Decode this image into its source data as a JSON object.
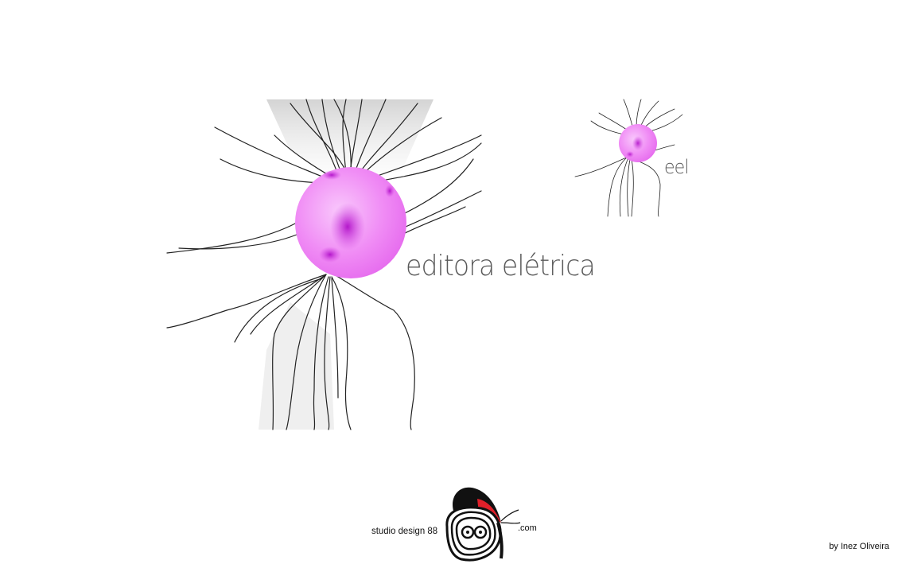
{
  "artwork": {
    "main_label": "editora elétrica",
    "thumbnail_label": "eel",
    "sphere_color": "#f08cf5",
    "sphere_core_color": "#c020d0",
    "tendril_color": "#222222"
  },
  "footer": {
    "studio_name": "studio design 88",
    "domain_suffix": ".com",
    "logo_icon": "butterfly-88-icon",
    "logo_accent_color": "#e0202a",
    "credit": "by Inez Oliveira"
  }
}
